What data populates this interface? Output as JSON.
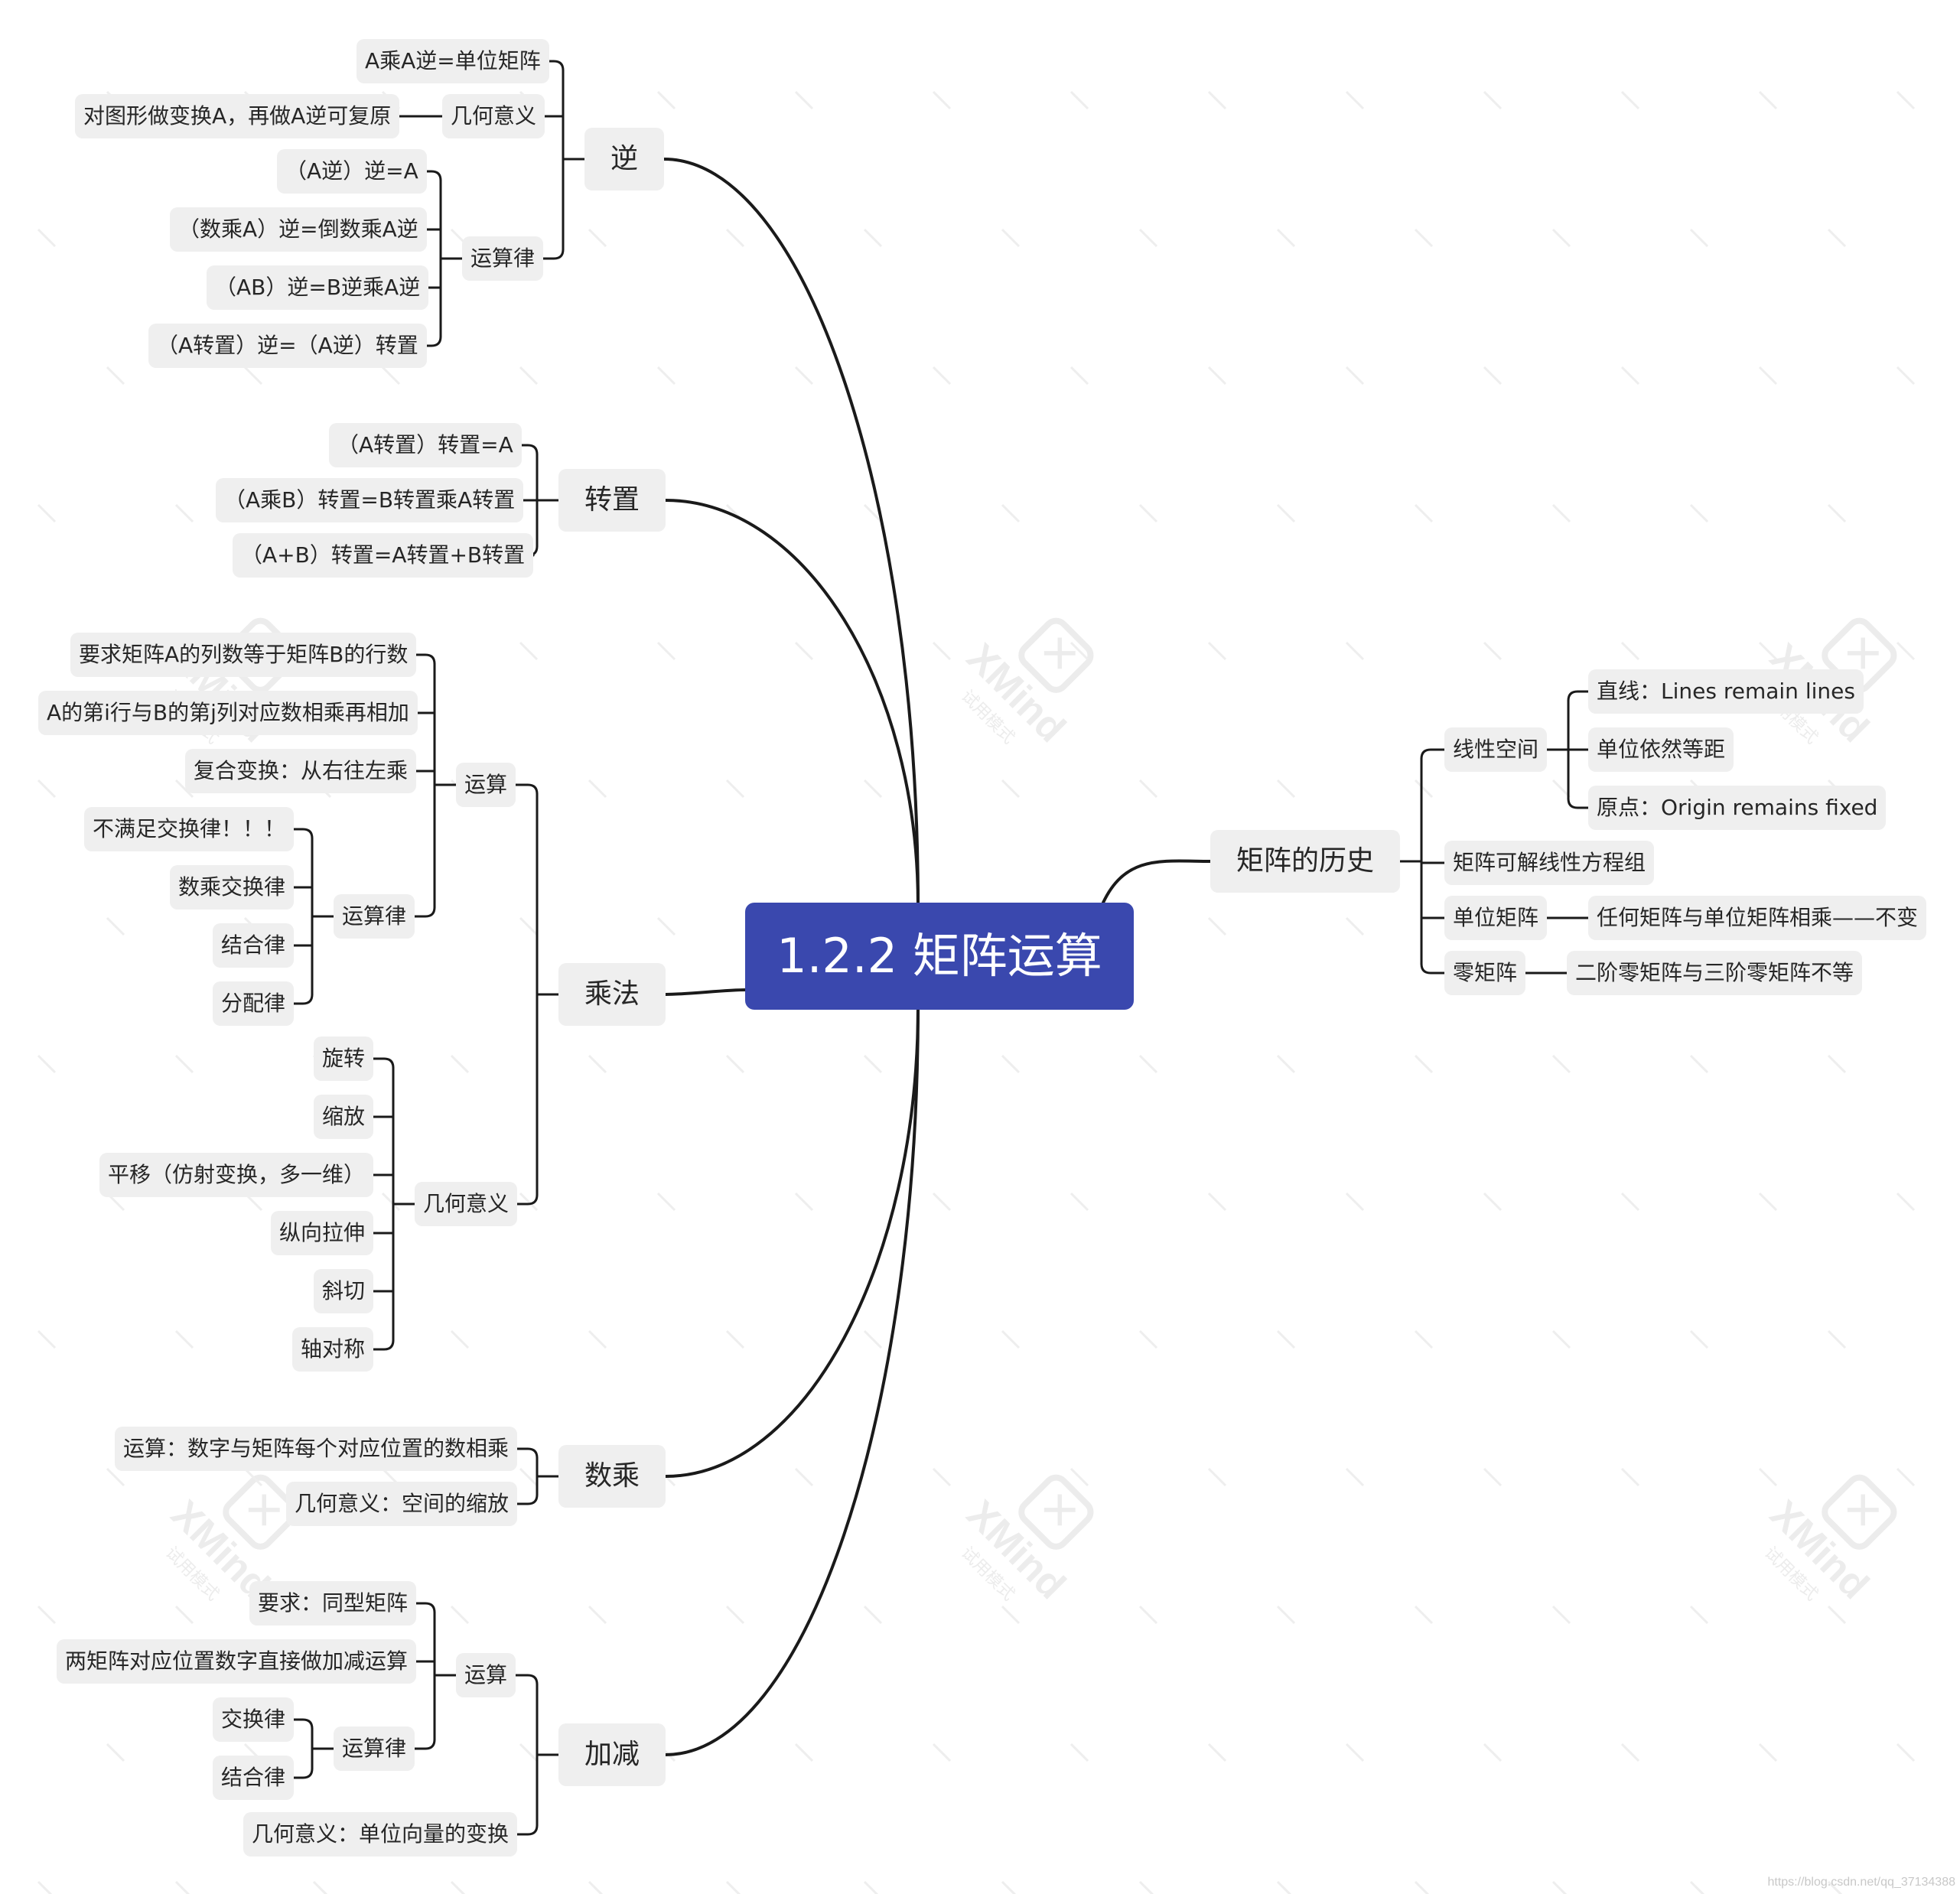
{
  "root": {
    "label": "1.2.2 矩阵运算"
  },
  "branches": {
    "inverse": {
      "label": "逆",
      "geometry": {
        "label": "几何意义",
        "items": [
          "对图形做变换A，再做A逆可复原"
        ]
      },
      "identity": "A乘A逆=单位矩阵",
      "rules": {
        "label": "运算律",
        "items": [
          "（A逆）逆=A",
          "（数乘A）逆=倒数乘A逆",
          "（AB）逆=B逆乘A逆",
          "（A转置）逆=（A逆）转置"
        ]
      }
    },
    "transpose": {
      "label": "转置",
      "items": [
        "（A转置）转置=A",
        "（A乘B）转置=B转置乘A转置",
        "（A+B）转置=A转置+B转置"
      ]
    },
    "multiply": {
      "label": "乘法",
      "operation": {
        "label": "运算",
        "items": [
          "要求矩阵A的列数等于矩阵B的行数",
          "A的第i行与B的第j列对应数相乘再相加",
          "复合变换：从右往左乘"
        ],
        "rules": {
          "label": "运算律",
          "items": [
            "不满足交换律！！！",
            "数乘交换律",
            "结合律",
            "分配律"
          ]
        }
      },
      "geometry": {
        "label": "几何意义",
        "items": [
          "旋转",
          "缩放",
          "平移（仿射变换，多一维）",
          "纵向拉伸",
          "斜切",
          "轴对称"
        ]
      }
    },
    "scalar": {
      "label": "数乘",
      "items": [
        "运算：数字与矩阵每个对应位置的数相乘",
        "几何意义：空间的缩放"
      ]
    },
    "addsub": {
      "label": "加减",
      "operation": {
        "label": "运算",
        "items": [
          "要求：同型矩阵",
          "两矩阵对应位置数字直接做加减运算"
        ],
        "rules": {
          "label": "运算律",
          "items": [
            "交换律",
            "结合律"
          ]
        }
      },
      "geometry": "几何意义：单位向量的变换"
    },
    "history": {
      "label": "矩阵的历史",
      "linear": {
        "label": "线性空间",
        "items": [
          "直线：Lines remain lines",
          "单位依然等距",
          "原点：Origin remains fixed"
        ]
      },
      "solvable": "矩阵可解线性方程组",
      "unit": {
        "label": "单位矩阵",
        "item": "任何矩阵与单位矩阵相乘——不变"
      },
      "zero": {
        "label": "零矩阵",
        "item": "二阶零矩阵与三阶零矩阵不等"
      }
    }
  },
  "watermark": {
    "name": "XMind",
    "sub": "试用模式"
  },
  "credit": "https://blog.csdn.net/qq_37134388",
  "colors": {
    "root_bg": "#3a48ae",
    "node_bg": "#efefef",
    "line": "#1a1a1a",
    "text": "#262626"
  }
}
